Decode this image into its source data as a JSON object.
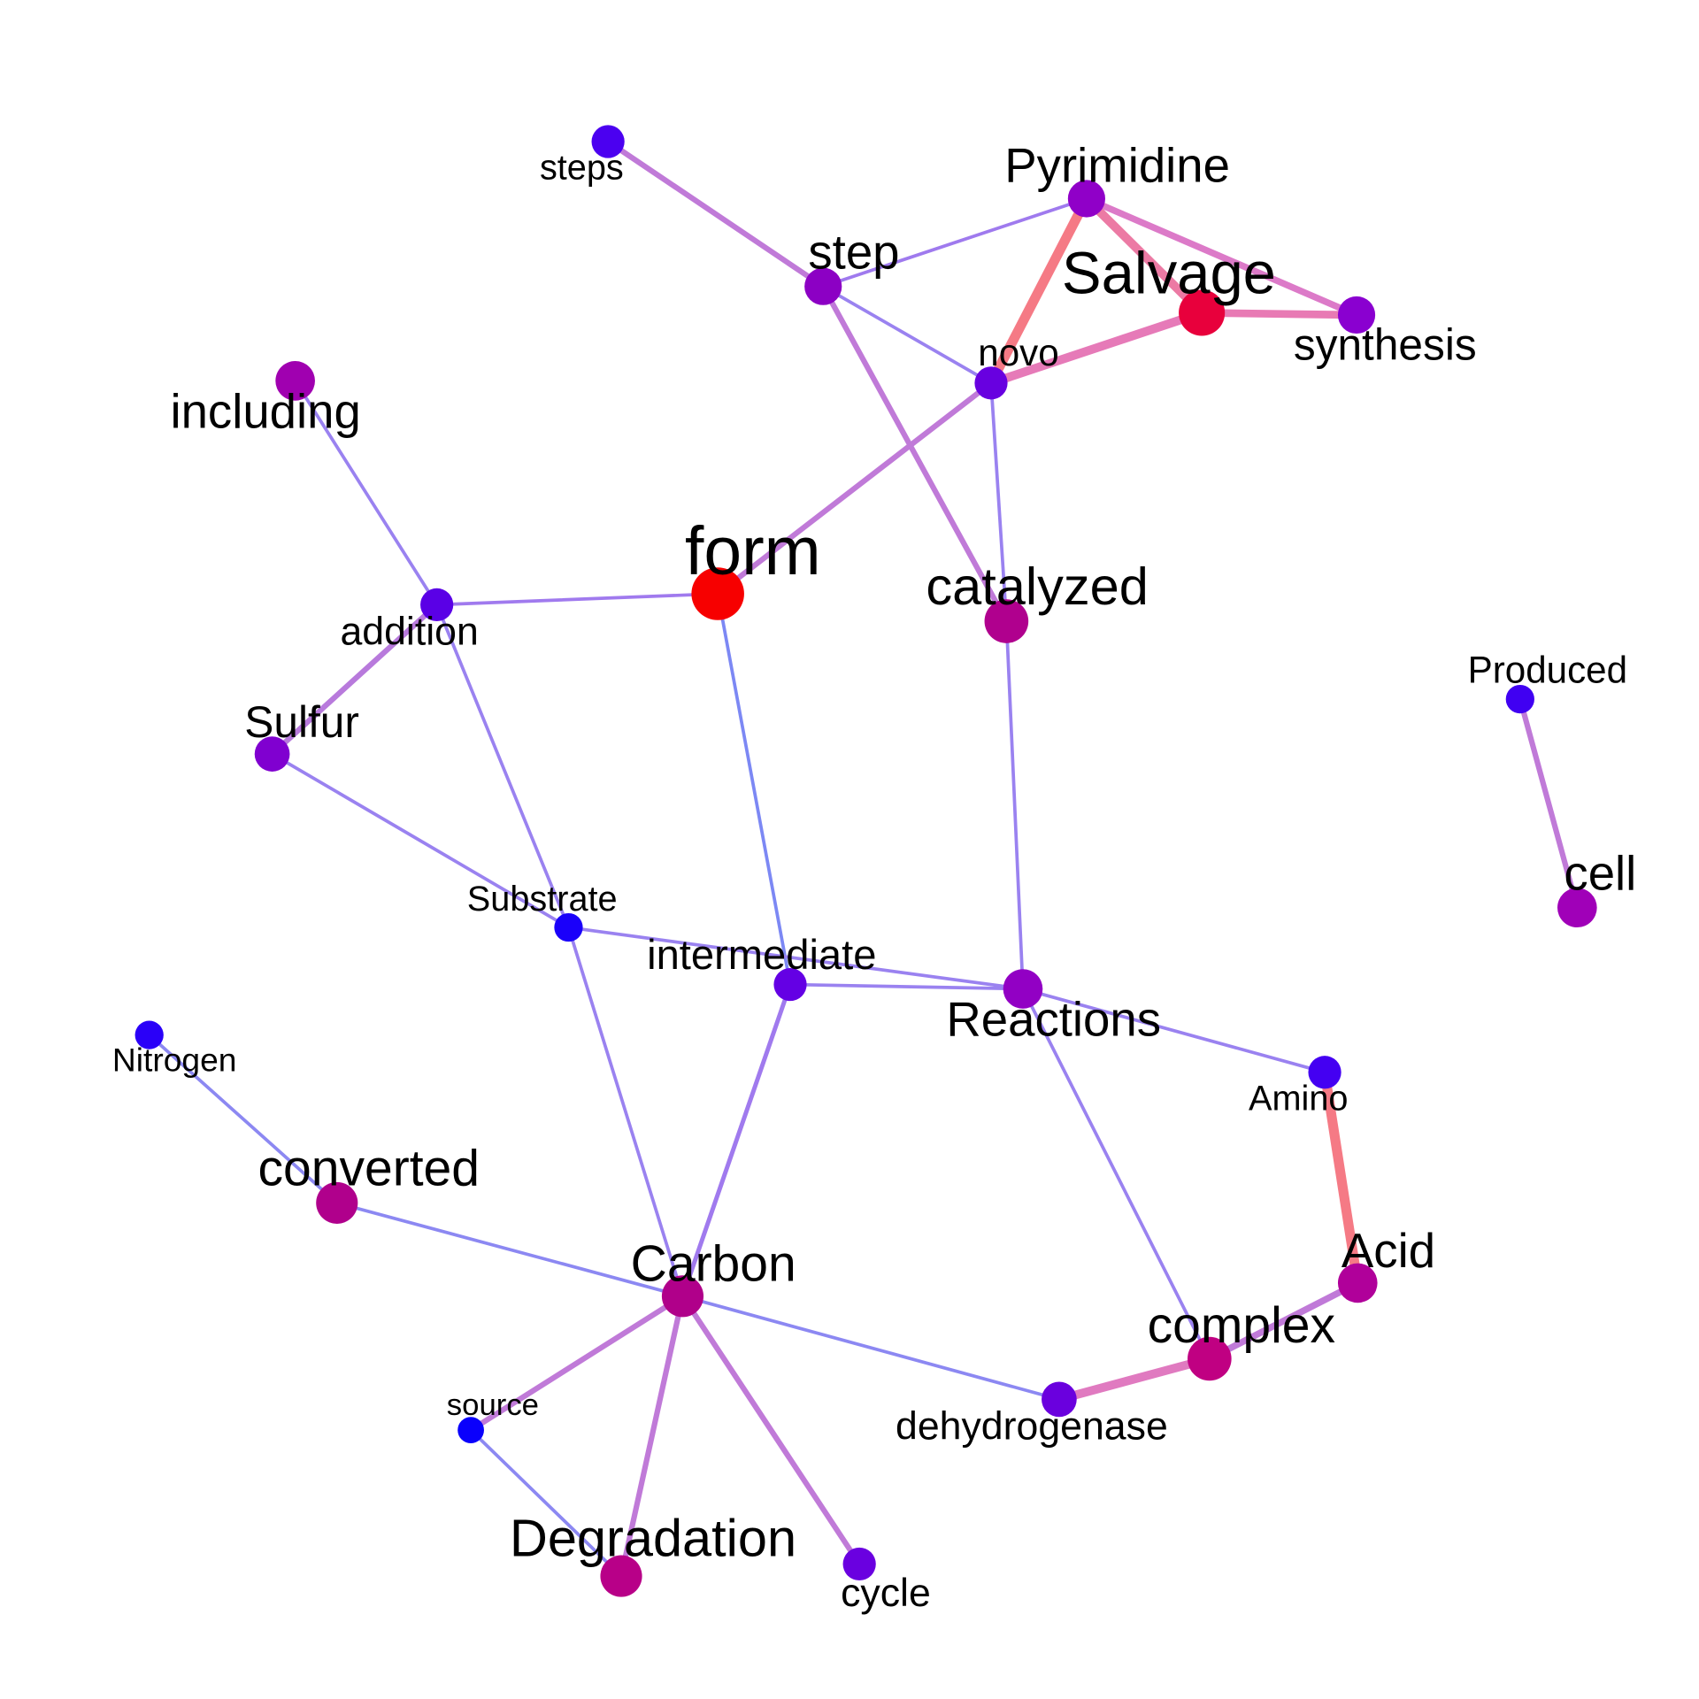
{
  "nodes": [
    {
      "id": "steps",
      "label": "steps",
      "color": "#4B00F0"
    },
    {
      "id": "pyrimidine",
      "label": "Pyrimidine",
      "color": "#9000C8"
    },
    {
      "id": "step",
      "label": "step",
      "color": "#8C00C4"
    },
    {
      "id": "salvage",
      "label": "Salvage",
      "color": "#E8003C"
    },
    {
      "id": "synthesis",
      "label": "synthesis",
      "color": "#8A00D0"
    },
    {
      "id": "novo",
      "label": "novo",
      "color": "#6800E0"
    },
    {
      "id": "including",
      "label": "including",
      "color": "#A000B0"
    },
    {
      "id": "form",
      "label": "form",
      "color": "#F70000"
    },
    {
      "id": "catalyzed",
      "label": "catalyzed",
      "color": "#B0008E"
    },
    {
      "id": "addition",
      "label": "addition",
      "color": "#5A00E6"
    },
    {
      "id": "produced",
      "label": "Produced",
      "color": "#4000F2"
    },
    {
      "id": "sulfur",
      "label": "Sulfur",
      "color": "#8000D0"
    },
    {
      "id": "cell",
      "label": "cell",
      "color": "#A000B8"
    },
    {
      "id": "substrate",
      "label": "Substrate",
      "color": "#1A00FA"
    },
    {
      "id": "intermediate",
      "label": "intermediate",
      "color": "#6400E4"
    },
    {
      "id": "reactions",
      "label": "Reactions",
      "color": "#9200C4"
    },
    {
      "id": "nitrogen",
      "label": "Nitrogen",
      "color": "#2A00F8"
    },
    {
      "id": "amino",
      "label": "Amino",
      "color": "#4400F2"
    },
    {
      "id": "converted",
      "label": "converted",
      "color": "#B0008C"
    },
    {
      "id": "acid",
      "label": "Acid",
      "color": "#B0009A"
    },
    {
      "id": "carbon",
      "label": "Carbon",
      "color": "#B0008A"
    },
    {
      "id": "complex",
      "label": "complex",
      "color": "#C00082"
    },
    {
      "id": "source",
      "label": "source",
      "color": "#0A00FC"
    },
    {
      "id": "dehydrogenase",
      "label": "dehydrogenase",
      "color": "#6A00DE"
    },
    {
      "id": "degradation",
      "label": "Degradation",
      "color": "#B80088"
    },
    {
      "id": "cycle",
      "label": "cycle",
      "color": "#6A00E0"
    }
  ],
  "edges": [
    {
      "source": "steps",
      "target": "step",
      "color": "#C07AD8"
    },
    {
      "source": "step",
      "target": "pyrimidine",
      "color": "#9F7AEE"
    },
    {
      "source": "step",
      "target": "novo",
      "color": "#9A82F0"
    },
    {
      "source": "step",
      "target": "catalyzed",
      "color": "#C07AD8"
    },
    {
      "source": "pyrimidine",
      "target": "novo",
      "color": "#F57A85"
    },
    {
      "source": "pyrimidine",
      "target": "salvage",
      "color": "#EC7AA4"
    },
    {
      "source": "pyrimidine",
      "target": "synthesis",
      "color": "#DC7AC8"
    },
    {
      "source": "salvage",
      "target": "synthesis",
      "color": "#E87AB4"
    },
    {
      "source": "novo",
      "target": "salvage",
      "color": "#E67AB8"
    },
    {
      "source": "novo",
      "target": "form",
      "color": "#C07AD8"
    },
    {
      "source": "novo",
      "target": "catalyzed",
      "color": "#9A82F0"
    },
    {
      "source": "including",
      "target": "addition",
      "color": "#9A82F0"
    },
    {
      "source": "addition",
      "target": "form",
      "color": "#A07AEE"
    },
    {
      "source": "addition",
      "target": "sulfur",
      "color": "#B87ADC"
    },
    {
      "source": "addition",
      "target": "substrate",
      "color": "#9A82F0"
    },
    {
      "source": "form",
      "target": "intermediate",
      "color": "#7C88F4"
    },
    {
      "source": "catalyzed",
      "target": "reactions",
      "color": "#9A82F0"
    },
    {
      "source": "produced",
      "target": "cell",
      "color": "#C07AD8"
    },
    {
      "source": "sulfur",
      "target": "substrate",
      "color": "#9A82F0"
    },
    {
      "source": "substrate",
      "target": "reactions",
      "color": "#9A82F0"
    },
    {
      "source": "substrate",
      "target": "carbon",
      "color": "#9A82F0"
    },
    {
      "source": "intermediate",
      "target": "reactions",
      "color": "#9A82F0"
    },
    {
      "source": "intermediate",
      "target": "carbon",
      "color": "#A07AEE"
    },
    {
      "source": "reactions",
      "target": "amino",
      "color": "#9A82F0"
    },
    {
      "source": "reactions",
      "target": "complex",
      "color": "#9A82F0"
    },
    {
      "source": "amino",
      "target": "acid",
      "color": "#F57A85"
    },
    {
      "source": "acid",
      "target": "complex",
      "color": "#C07AD8"
    },
    {
      "source": "nitrogen",
      "target": "converted",
      "color": "#8C88F2"
    },
    {
      "source": "converted",
      "target": "carbon",
      "color": "#8C88F2"
    },
    {
      "source": "carbon",
      "target": "dehydrogenase",
      "color": "#8C88F2"
    },
    {
      "source": "carbon",
      "target": "source",
      "color": "#C07AD8"
    },
    {
      "source": "carbon",
      "target": "degradation",
      "color": "#C07AD8"
    },
    {
      "source": "carbon",
      "target": "cycle",
      "color": "#C07AD8"
    },
    {
      "source": "source",
      "target": "degradation",
      "color": "#8C88F2"
    },
    {
      "source": "dehydrogenase",
      "target": "complex",
      "color": "#E07AC0"
    }
  ]
}
